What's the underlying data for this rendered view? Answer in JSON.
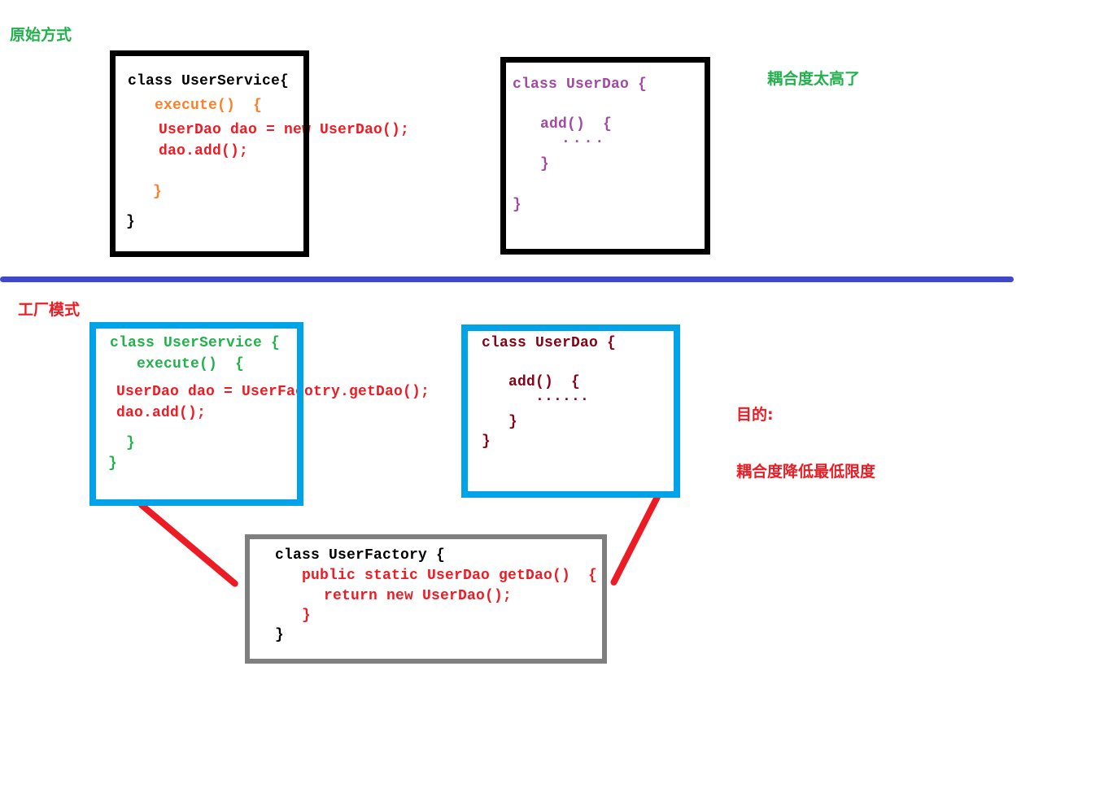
{
  "palette": {
    "black": "#000000",
    "gray": "#7F7F7F",
    "red": "#ED1C24",
    "orange": "#FF7F27",
    "green": "#22B14C",
    "purple": "#A349A4",
    "dark_red": "#880015",
    "turquoise": "#00A2E8",
    "indigo": "#3F48CC",
    "white": "#FFFFFF"
  },
  "sections": {
    "original": {
      "label": "原始方式"
    },
    "factory": {
      "label": "工厂模式"
    }
  },
  "annotations": {
    "coupling_high": "耦合度太高了",
    "purpose_line1": "目的:",
    "purpose_line2": "耦合度降低最低限度"
  },
  "boxes": {
    "original_user_service": {
      "border_color": "black",
      "lines": [
        {
          "text": "class UserService{",
          "color": "black"
        },
        {
          "text": "execute()  {",
          "color": "orange"
        },
        {
          "text": "UserDao dao = new UserDao();",
          "color": "red"
        },
        {
          "text": "dao.add();",
          "color": "red"
        },
        {
          "text": "}",
          "color": "orange"
        },
        {
          "text": "}",
          "color": "black"
        }
      ]
    },
    "original_user_dao": {
      "border_color": "black",
      "lines": [
        {
          "text": "class UserDao {",
          "color": "purple"
        },
        {
          "text": "add()  {",
          "color": "purple"
        },
        {
          "text": "....",
          "color": "purple"
        },
        {
          "text": "}",
          "color": "purple"
        },
        {
          "text": "}",
          "color": "purple"
        }
      ]
    },
    "factory_user_service": {
      "border_color": "turquoise",
      "lines": [
        {
          "text": "class UserService {",
          "color": "green"
        },
        {
          "text": "execute()  {",
          "color": "green"
        },
        {
          "text": "UserDao dao = UserFacotry.getDao();",
          "color": "red"
        },
        {
          "text": "dao.add();",
          "color": "red"
        },
        {
          "text": "}",
          "color": "green"
        },
        {
          "text": "}",
          "color": "green"
        }
      ]
    },
    "factory_user_dao": {
      "border_color": "turquoise",
      "lines": [
        {
          "text": "class UserDao {",
          "color": "dark_red"
        },
        {
          "text": "add()  {",
          "color": "dark_red"
        },
        {
          "text": "......",
          "color": "dark_red"
        },
        {
          "text": "}",
          "color": "dark_red"
        },
        {
          "text": "}",
          "color": "dark_red"
        }
      ]
    },
    "user_factory": {
      "border_color": "gray",
      "lines": [
        {
          "text": "class UserFactory {",
          "color": "black"
        },
        {
          "text": "public static UserDao getDao()  {",
          "color": "red"
        },
        {
          "text": "return new UserDao();",
          "color": "red"
        },
        {
          "text": "}",
          "color": "red"
        },
        {
          "text": "}",
          "color": "black"
        }
      ]
    }
  }
}
